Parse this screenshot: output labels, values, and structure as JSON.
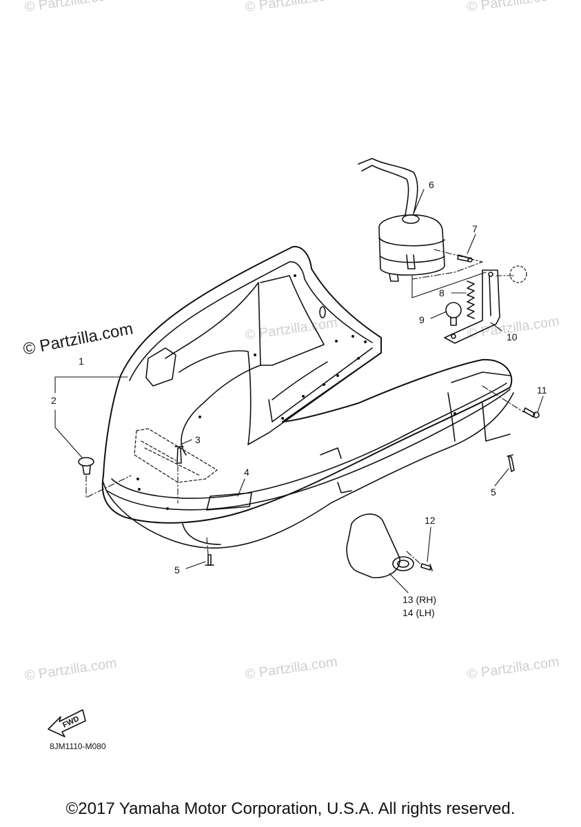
{
  "watermarks": {
    "text": "© Partzilla.com",
    "prominent": "© Partzilla.com"
  },
  "callouts": {
    "c1": "1",
    "c2": "2",
    "c3": "3",
    "c4": "4",
    "c5a": "5",
    "c5b": "5",
    "c6": "6",
    "c7": "7",
    "c8": "8",
    "c9": "9",
    "c10": "10",
    "c11": "11",
    "c12": "12",
    "c13": "13 (RH)",
    "c14": "14 (LH)"
  },
  "fwd_label": "FWD",
  "diagram_code": "8JM1110-M080",
  "copyright": "©2017 Yamaha Motor Corporation, U.S.A. All rights reserved."
}
